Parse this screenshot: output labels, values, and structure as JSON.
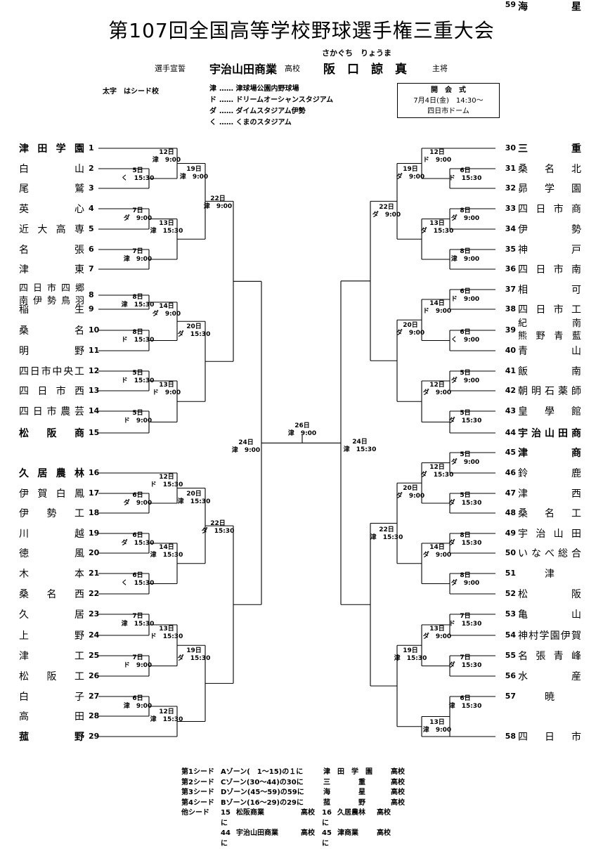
{
  "title": "第107回全国高等学校野球選手権三重大会",
  "oath": {
    "label": "選手宣誓",
    "school": "宇治山田商業",
    "school_suffix": "高校",
    "ruby": "さかぐち　りょうま",
    "name": "阪　口　諒　真",
    "role": "主将"
  },
  "legend": {
    "seed_note": "太字　はシード校",
    "venues": [
      {
        "key": "津",
        "dots": "……",
        "name": "津球場公園内野球場"
      },
      {
        "key": "ド",
        "dots": "……",
        "name": "ドリームオーシャンスタジアム"
      },
      {
        "key": "ダ",
        "dots": "……",
        "name": "ダイムスタジアム伊勢"
      },
      {
        "key": "く",
        "dots": "……",
        "name": "くまのスタジアム"
      }
    ]
  },
  "opening": {
    "title": "開　会　式",
    "date": "7月4日(金)　14:30〜",
    "place": "四日市ドーム"
  },
  "left_teams": [
    {
      "num": "1",
      "name": [
        "津",
        "田",
        "学",
        "園"
      ],
      "seed": true
    },
    {
      "num": "2",
      "name": [
        "白",
        "山"
      ],
      "seed": false
    },
    {
      "num": "3",
      "name": [
        "尾",
        "鷲"
      ],
      "seed": false
    },
    {
      "num": "4",
      "name": [
        "英",
        "心"
      ],
      "seed": false
    },
    {
      "num": "5",
      "name": [
        "近",
        "大",
        "高",
        "専"
      ],
      "seed": false
    },
    {
      "num": "6",
      "name": [
        "名",
        "張"
      ],
      "seed": false
    },
    {
      "num": "7",
      "name": [
        "津",
        "東"
      ],
      "seed": false
    },
    {
      "num": "8",
      "lines": [
        [
          "四",
          "日",
          "市",
          "四",
          "郷"
        ],
        [
          "南",
          "伊",
          "勢",
          "鳥",
          "羽"
        ]
      ],
      "seed": false
    },
    {
      "num": "9",
      "name": [
        "稲",
        "生"
      ],
      "seed": false
    },
    {
      "num": "10",
      "name": [
        "桑",
        "名"
      ],
      "seed": false
    },
    {
      "num": "11",
      "name": [
        "明",
        "野"
      ],
      "seed": false
    },
    {
      "num": "12",
      "name": [
        "四",
        "日",
        "市",
        "中",
        "央",
        "工"
      ],
      "seed": false
    },
    {
      "num": "13",
      "name": [
        "四",
        "日",
        "市",
        "西"
      ],
      "seed": false
    },
    {
      "num": "14",
      "name": [
        "四",
        "日",
        "市",
        "農",
        "芸"
      ],
      "seed": false
    },
    {
      "num": "15",
      "name": [
        "松",
        "阪",
        "商"
      ],
      "seed": true
    },
    {
      "num": "16",
      "name": [
        "久",
        "居",
        "農",
        "林"
      ],
      "seed": true
    },
    {
      "num": "17",
      "name": [
        "伊",
        "賀",
        "白",
        "鳳"
      ],
      "seed": false
    },
    {
      "num": "18",
      "name": [
        "伊",
        "勢",
        "工"
      ],
      "seed": false
    },
    {
      "num": "19",
      "name": [
        "川",
        "越"
      ],
      "seed": false
    },
    {
      "num": "20",
      "name": [
        "徳",
        "風"
      ],
      "seed": false
    },
    {
      "num": "21",
      "name": [
        "木",
        "本"
      ],
      "seed": false
    },
    {
      "num": "22",
      "name": [
        "桑",
        "名",
        "西"
      ],
      "seed": false
    },
    {
      "num": "23",
      "name": [
        "久",
        "居"
      ],
      "seed": false
    },
    {
      "num": "24",
      "name": [
        "上",
        "野"
      ],
      "seed": false
    },
    {
      "num": "25",
      "name": [
        "津",
        "工"
      ],
      "seed": false
    },
    {
      "num": "26",
      "name": [
        "松",
        "阪",
        "工"
      ],
      "seed": false
    },
    {
      "num": "27",
      "name": [
        "白",
        "子"
      ],
      "seed": false
    },
    {
      "num": "28",
      "name": [
        "高",
        "田"
      ],
      "seed": false
    },
    {
      "num": "29",
      "name": [
        "菰",
        "野"
      ],
      "seed": true
    }
  ],
  "right_teams": [
    {
      "num": "30",
      "name": [
        "三",
        "重"
      ],
      "seed": true
    },
    {
      "num": "31",
      "name": [
        "桑",
        "名",
        "北"
      ],
      "seed": false
    },
    {
      "num": "32",
      "name": [
        "昴",
        "学",
        "園"
      ],
      "seed": false
    },
    {
      "num": "33",
      "name": [
        "四",
        "日",
        "市",
        "商"
      ],
      "seed": false
    },
    {
      "num": "34",
      "name": [
        "伊",
        "勢"
      ],
      "seed": false
    },
    {
      "num": "35",
      "name": [
        "神",
        "戸"
      ],
      "seed": false
    },
    {
      "num": "36",
      "name": [
        "四",
        "日",
        "市",
        "南"
      ],
      "seed": false
    },
    {
      "num": "37",
      "name": [
        "相",
        "可"
      ],
      "seed": false
    },
    {
      "num": "38",
      "name": [
        "四",
        "日",
        "市",
        "工"
      ],
      "seed": false
    },
    {
      "num": "39",
      "lines": [
        [
          "紀",
          "南"
        ],
        [
          "熊",
          "野",
          "青",
          "藍"
        ]
      ],
      "seed": false
    },
    {
      "num": "40",
      "name": [
        "青",
        "山"
      ],
      "seed": false
    },
    {
      "num": "41",
      "name": [
        "飯",
        "南"
      ],
      "seed": false
    },
    {
      "num": "42",
      "name": [
        "朝",
        "明",
        "石",
        "薬",
        "師"
      ],
      "seed": false
    },
    {
      "num": "43",
      "name": [
        "皇",
        "學",
        "館"
      ],
      "seed": false
    },
    {
      "num": "44",
      "name": [
        "宇",
        "治",
        "山",
        "田",
        "商"
      ],
      "seed": true
    },
    {
      "num": "45",
      "name": [
        "津",
        "商"
      ],
      "seed": true
    },
    {
      "num": "46",
      "name": [
        "鈴",
        "鹿"
      ],
      "seed": false
    },
    {
      "num": "47",
      "name": [
        "津",
        "西"
      ],
      "seed": false
    },
    {
      "num": "48",
      "name": [
        "桑",
        "名",
        "工"
      ],
      "seed": false
    },
    {
      "num": "49",
      "name": [
        "宇",
        "治",
        "山",
        "田"
      ],
      "seed": false
    },
    {
      "num": "50",
      "name": [
        "い",
        "な",
        "べ",
        "総",
        "合"
      ],
      "seed": false
    },
    {
      "num": "51",
      "name": [
        "津"
      ],
      "seed": false
    },
    {
      "num": "52",
      "name": [
        "松",
        "阪"
      ],
      "seed": false
    },
    {
      "num": "53",
      "name": [
        "亀",
        "山"
      ],
      "seed": false
    },
    {
      "num": "54",
      "name": [
        "神",
        "村",
        "学",
        "園",
        "伊",
        "賀"
      ],
      "seed": false
    },
    {
      "num": "55",
      "name": [
        "名",
        "張",
        "青",
        "峰"
      ],
      "seed": false
    },
    {
      "num": "56",
      "name": [
        "水",
        "産"
      ],
      "seed": false
    },
    {
      "num": "57",
      "name": [
        "暁"
      ],
      "seed": false
    },
    {
      "num": "58",
      "name": [
        "四",
        "日",
        "市"
      ],
      "seed": false
    },
    {
      "num": "59",
      "name": [
        "海",
        "星"
      ],
      "seed": true
    }
  ],
  "games": [
    {
      "id": "L-r1-2-3",
      "d": "5日",
      "t": "15:30",
      "v": "く"
    },
    {
      "id": "L-r1-4-5",
      "d": "7日",
      "t": "9:00",
      "v": "ダ"
    },
    {
      "id": "L-r1-6-7",
      "d": "7日",
      "t": "9:00",
      "v": "津"
    },
    {
      "id": "L-r1-8-9",
      "d": "8日",
      "t": "15:30",
      "v": "津"
    },
    {
      "id": "L-r1-10-11",
      "d": "8日",
      "t": "15:30",
      "v": "ド"
    },
    {
      "id": "L-r1-12-13",
      "d": "5日",
      "t": "15:30",
      "v": "ド"
    },
    {
      "id": "L-r1-14-15",
      "d": "5日",
      "t": "9:00",
      "v": "ド"
    },
    {
      "id": "L-r1-17-18",
      "d": "6日",
      "t": "9:00",
      "v": "ダ"
    },
    {
      "id": "L-r1-19-20",
      "d": "6日",
      "t": "15:30",
      "v": "ダ"
    },
    {
      "id": "L-r1-21-22",
      "d": "6日",
      "t": "15:30",
      "v": "く"
    },
    {
      "id": "L-r1-23-24",
      "d": "7日",
      "t": "15:30",
      "v": "津"
    },
    {
      "id": "L-r1-25-26",
      "d": "7日",
      "t": "9:00",
      "v": "ド"
    },
    {
      "id": "L-r1-27-28",
      "d": "6日",
      "t": "9:00",
      "v": "津"
    },
    {
      "id": "L-r2-a",
      "d": "12日",
      "t": "9:00",
      "v": "津"
    },
    {
      "id": "L-r2-b",
      "d": "13日",
      "t": "15:30",
      "v": "津"
    },
    {
      "id": "L-r2-c",
      "d": "14日",
      "t": "9:00",
      "v": "ダ"
    },
    {
      "id": "L-r2-d",
      "d": "13日",
      "t": "9:00",
      "v": "ド"
    },
    {
      "id": "L-r2-e",
      "d": "12日",
      "t": "15:30",
      "v": "ド"
    },
    {
      "id": "L-r2-f",
      "d": "14日",
      "t": "15:30",
      "v": "津"
    },
    {
      "id": "L-r2-g",
      "d": "13日",
      "t": "15:30",
      "v": "ド"
    },
    {
      "id": "L-r2-h",
      "d": "12日",
      "t": "15:30",
      "v": "津"
    },
    {
      "id": "L-r3-a",
      "d": "19日",
      "t": "9:00",
      "v": "津"
    },
    {
      "id": "L-r3-b",
      "d": "20日",
      "t": "15:30",
      "v": "ダ"
    },
    {
      "id": "L-r3-c",
      "d": "20日",
      "t": "15:30",
      "v": "津"
    },
    {
      "id": "L-r3-d",
      "d": "19日",
      "t": "15:30",
      "v": "ダ"
    },
    {
      "id": "L-r4-a",
      "d": "22日",
      "t": "9:00",
      "v": "津"
    },
    {
      "id": "L-r4-b",
      "d": "22日",
      "t": "15:30",
      "v": "ダ"
    },
    {
      "id": "L-sf",
      "d": "24日",
      "t": "9:00",
      "v": "津"
    },
    {
      "id": "final",
      "d": "26日",
      "t": "9:00",
      "v": "津"
    },
    {
      "id": "R-sf",
      "d": "24日",
      "t": "15:30",
      "v": "津"
    },
    {
      "id": "R-r4-a",
      "d": "22日",
      "t": "9:00",
      "v": "ダ"
    },
    {
      "id": "R-r4-b",
      "d": "22日",
      "t": "15:30",
      "v": "津"
    },
    {
      "id": "R-r3-a",
      "d": "19日",
      "t": "9:00",
      "v": "ダ"
    },
    {
      "id": "R-r3-b",
      "d": "20日",
      "t": "9:00",
      "v": "ダ"
    },
    {
      "id": "R-r3-c",
      "d": "20日",
      "t": "9:00",
      "v": "ダ"
    },
    {
      "id": "R-r3-d",
      "d": "19日",
      "t": "15:30",
      "v": "津"
    },
    {
      "id": "R-r2-a",
      "d": "12日",
      "t": "9:00",
      "v": "ド"
    },
    {
      "id": "R-r2-b",
      "d": "13日",
      "t": "15:30",
      "v": "ダ"
    },
    {
      "id": "R-r2-c",
      "d": "14日",
      "t": "9:00",
      "v": "ド"
    },
    {
      "id": "R-r2-d",
      "d": "12日",
      "t": "9:00",
      "v": "ダ"
    },
    {
      "id": "R-r2-e",
      "d": "12日",
      "t": "15:30",
      "v": "ダ"
    },
    {
      "id": "R-r2-f",
      "d": "14日",
      "t": "9:00",
      "v": "ダ"
    },
    {
      "id": "R-r2-g",
      "d": "13日",
      "t": "9:00",
      "v": "ダ"
    },
    {
      "id": "R-r2-h",
      "d": "13日",
      "t": "9:00",
      "v": "津"
    },
    {
      "id": "R-r1-31-32",
      "d": "6日",
      "t": "15:30",
      "v": "ド"
    },
    {
      "id": "R-r1-33-34",
      "d": "8日",
      "t": "9:00",
      "v": "ダ"
    },
    {
      "id": "R-r1-35-36",
      "d": "8日",
      "t": "9:00",
      "v": "津"
    },
    {
      "id": "R-r1-37-38",
      "d": "6日",
      "t": "9:00",
      "v": "ド"
    },
    {
      "id": "R-r1-39-40",
      "d": "6日",
      "t": "9:00",
      "v": "く"
    },
    {
      "id": "R-r1-41-42",
      "d": "5日",
      "t": "9:00",
      "v": "ダ"
    },
    {
      "id": "R-r1-43-44",
      "d": "5日",
      "t": "15:30",
      "v": "ダ"
    },
    {
      "id": "R-r1-45-46",
      "d": "5日",
      "t": "9:00",
      "v": "ダ"
    },
    {
      "id": "R-r1-47-48",
      "d": "5日",
      "t": "15:30",
      "v": "ダ"
    },
    {
      "id": "R-r1-49-50",
      "d": "8日",
      "t": "15:30",
      "v": "ダ"
    },
    {
      "id": "R-r1-51-52",
      "d": "8日",
      "t": "9:00",
      "v": "ダ"
    },
    {
      "id": "R-r1-53-54",
      "d": "7日",
      "t": "15:30",
      "v": "ド"
    },
    {
      "id": "R-r1-55-56",
      "d": "7日",
      "t": "15:30",
      "v": "ダ"
    },
    {
      "id": "R-r1-57-58",
      "d": "6日",
      "t": "15:30",
      "v": "津"
    }
  ],
  "seeds": [
    [
      "第1シード",
      "Aゾーン(　1〜15)の１に",
      "津　田　学　園",
      "高校"
    ],
    [
      "第2シード",
      "Cゾーン(30〜44)の30に",
      "三　　　　重",
      "高校"
    ],
    [
      "第3シード",
      "Dゾーン(45〜59)の59に",
      "海　　　　星",
      "高校"
    ],
    [
      "第4シード",
      "Bゾーン(16〜29)の29に",
      "菰　　　　野",
      "高校"
    ]
  ],
  "other_seeds": [
    [
      "他シード",
      "15に",
      "松阪商業",
      "高校",
      "16に",
      "久居農林",
      "高校"
    ],
    [
      "",
      "44に",
      "宇治山田商業",
      "高校",
      "45に",
      "津商業",
      "高校"
    ]
  ]
}
